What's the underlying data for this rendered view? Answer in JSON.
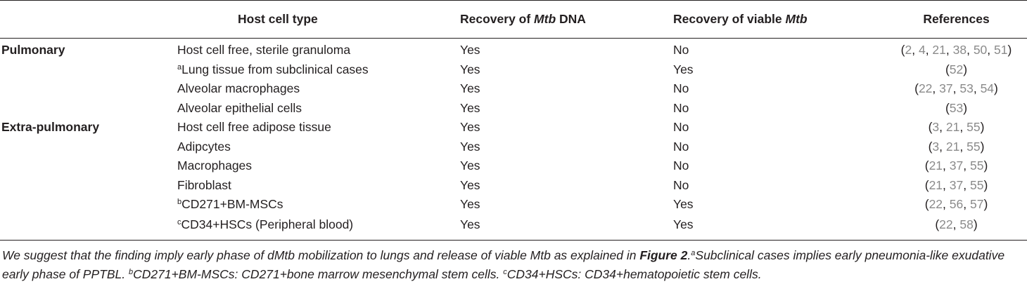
{
  "table": {
    "headers": {
      "host_cell_type": "Host cell type",
      "recovery_dna_prefix": "Recovery of ",
      "recovery_dna_italic": "Mtb",
      "recovery_dna_suffix": " DNA",
      "recovery_viable_prefix": "Recovery of viable ",
      "recovery_viable_italic": "Mtb",
      "references": "References"
    },
    "groups": [
      "Pulmonary",
      "Extra-pulmonary"
    ],
    "rows": [
      {
        "group": "Pulmonary",
        "sup": "",
        "cell": "Host cell free, sterile granuloma",
        "dna": "Yes",
        "viable": "No",
        "refs": [
          "2",
          "4",
          "21",
          "38",
          "50",
          "51"
        ]
      },
      {
        "group": "",
        "sup": "a",
        "cell": "Lung tissue from subclinical cases",
        "dna": "Yes",
        "viable": "Yes",
        "refs": [
          "52"
        ]
      },
      {
        "group": "",
        "sup": "",
        "cell": "Alveolar macrophages",
        "dna": "Yes",
        "viable": "No",
        "refs": [
          "22",
          "37",
          "53",
          "54"
        ]
      },
      {
        "group": "",
        "sup": "",
        "cell": "Alveolar epithelial cells",
        "dna": "Yes",
        "viable": "No",
        "refs": [
          "53"
        ]
      },
      {
        "group": "Extra-pulmonary",
        "sup": "",
        "cell": "Host cell free adipose tissue",
        "dna": "Yes",
        "viable": "No",
        "refs": [
          "3",
          "21",
          "55"
        ]
      },
      {
        "group": "",
        "sup": "",
        "cell": "Adipcytes",
        "dna": "Yes",
        "viable": "No",
        "refs": [
          "3",
          "21",
          "55"
        ]
      },
      {
        "group": "",
        "sup": "",
        "cell": "Macrophages",
        "dna": "Yes",
        "viable": "No",
        "refs": [
          "21",
          "37",
          "55"
        ]
      },
      {
        "group": "",
        "sup": "",
        "cell": "Fibroblast",
        "dna": "Yes",
        "viable": "No",
        "refs": [
          "21",
          "37",
          "55"
        ]
      },
      {
        "group": "",
        "sup": "b",
        "cell": "CD271+BM-MSCs",
        "dna": "Yes",
        "viable": "Yes",
        "refs": [
          "22",
          "56",
          "57"
        ]
      },
      {
        "group": "",
        "sup": "c",
        "cell": "CD34+HSCs (Peripheral blood)",
        "dna": "Yes",
        "viable": "Yes",
        "refs": [
          "22",
          "58"
        ]
      }
    ]
  },
  "footnote": {
    "text1": "We suggest that the finding imply early phase of dMtb mobilization to lungs and release of viable Mtb as explained in ",
    "figure_ref": "Figure 2",
    "text2": ".",
    "sup_a": "a",
    "text3": "Subclinical cases implies early pneumonia-like exudative early phase of PPTBL. ",
    "sup_b": "b",
    "text4": "CD271+BM-MSCs: CD271+bone marrow mesenchymal stem cells. ",
    "sup_c": "c",
    "text5": "CD34+HSCs: CD34+hematopoietic stem cells."
  }
}
